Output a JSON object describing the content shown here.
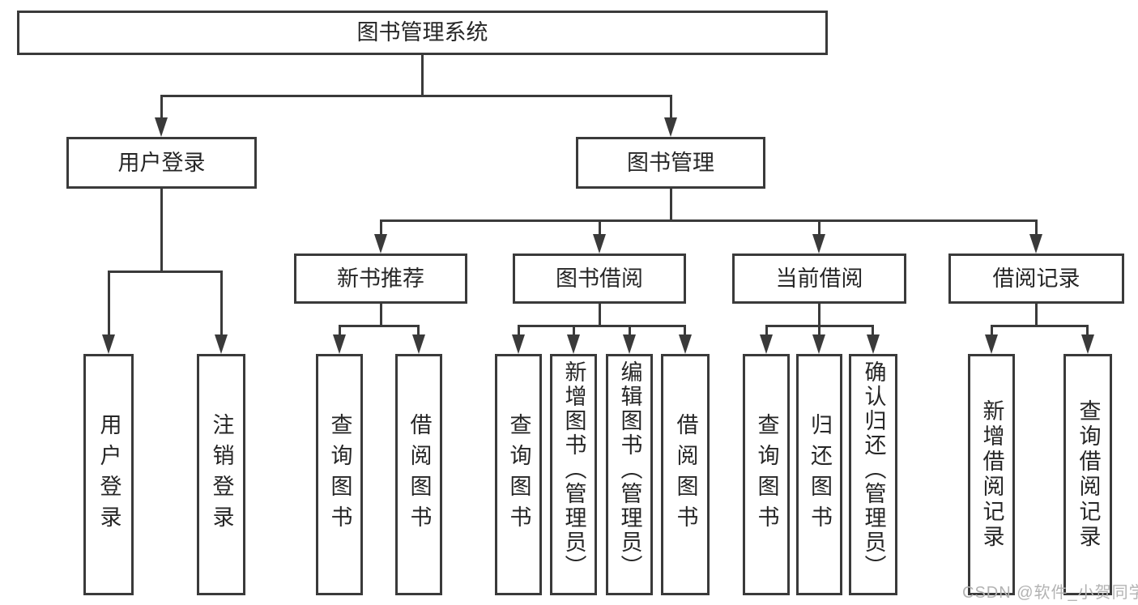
{
  "diagram": {
    "title": "图书管理系统",
    "level1": {
      "user_login": "用户登录",
      "book_mgmt": "图书管理"
    },
    "level2": {
      "new_books": "新书推荐",
      "book_borrow": "图书借阅",
      "current_borrow": "当前借阅",
      "borrow_records": "借阅记录"
    },
    "leaves": {
      "user_login": "用户登录",
      "logout": "注销登录",
      "nb_query_books": "查询图书",
      "nb_borrow_books": "借阅图书",
      "bb_query_books": "查询图书",
      "bb_add_books": "新增图书（管理员）",
      "bb_edit_books": "编辑图书（管理员）",
      "bb_borrow_books": "借阅图书",
      "cb_query_books": "查询图书",
      "cb_return_books": "归还图书",
      "cb_confirm_return": "确认归还（管理员）",
      "br_add_record": "新增借阅记录",
      "br_query_record": "查询借阅记录"
    }
  },
  "watermark": "CSDN @软件_小贺同学",
  "colors": {
    "line": "#3a3a3a",
    "text": "#262626",
    "watermark": "#b3b3b3",
    "background": "#ffffff"
  }
}
